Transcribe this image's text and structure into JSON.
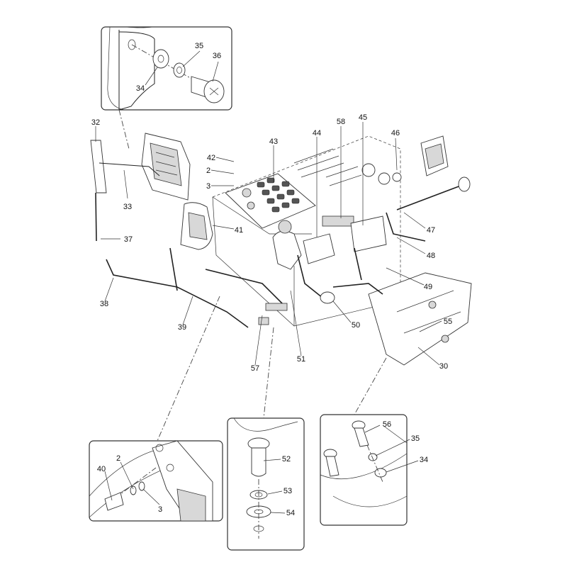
{
  "diagram": {
    "callouts": [
      {
        "id": "c36",
        "label": "36"
      },
      {
        "id": "c35a",
        "label": "35"
      },
      {
        "id": "c34a",
        "label": "34"
      },
      {
        "id": "c32",
        "label": "32"
      },
      {
        "id": "c33",
        "label": "33"
      },
      {
        "id": "c42",
        "label": "42"
      },
      {
        "id": "c2a",
        "label": "2"
      },
      {
        "id": "c3a",
        "label": "3"
      },
      {
        "id": "c43",
        "label": "43"
      },
      {
        "id": "c44",
        "label": "44"
      },
      {
        "id": "c58",
        "label": "58"
      },
      {
        "id": "c45",
        "label": "45"
      },
      {
        "id": "c46",
        "label": "46"
      },
      {
        "id": "c47",
        "label": "47"
      },
      {
        "id": "c48",
        "label": "48"
      },
      {
        "id": "c49",
        "label": "49"
      },
      {
        "id": "c41",
        "label": "41"
      },
      {
        "id": "c37",
        "label": "37"
      },
      {
        "id": "c38",
        "label": "38"
      },
      {
        "id": "c39",
        "label": "39"
      },
      {
        "id": "c57",
        "label": "57"
      },
      {
        "id": "c51",
        "label": "51"
      },
      {
        "id": "c50",
        "label": "50"
      },
      {
        "id": "c55",
        "label": "55"
      },
      {
        "id": "c30",
        "label": "30"
      },
      {
        "id": "c40",
        "label": "40"
      },
      {
        "id": "c2b",
        "label": "2"
      },
      {
        "id": "c3b",
        "label": "3"
      },
      {
        "id": "c52",
        "label": "52"
      },
      {
        "id": "c53",
        "label": "53"
      },
      {
        "id": "c54",
        "label": "54"
      },
      {
        "id": "c56",
        "label": "56"
      },
      {
        "id": "c35b",
        "label": "35"
      },
      {
        "id": "c34b",
        "label": "34"
      }
    ]
  }
}
